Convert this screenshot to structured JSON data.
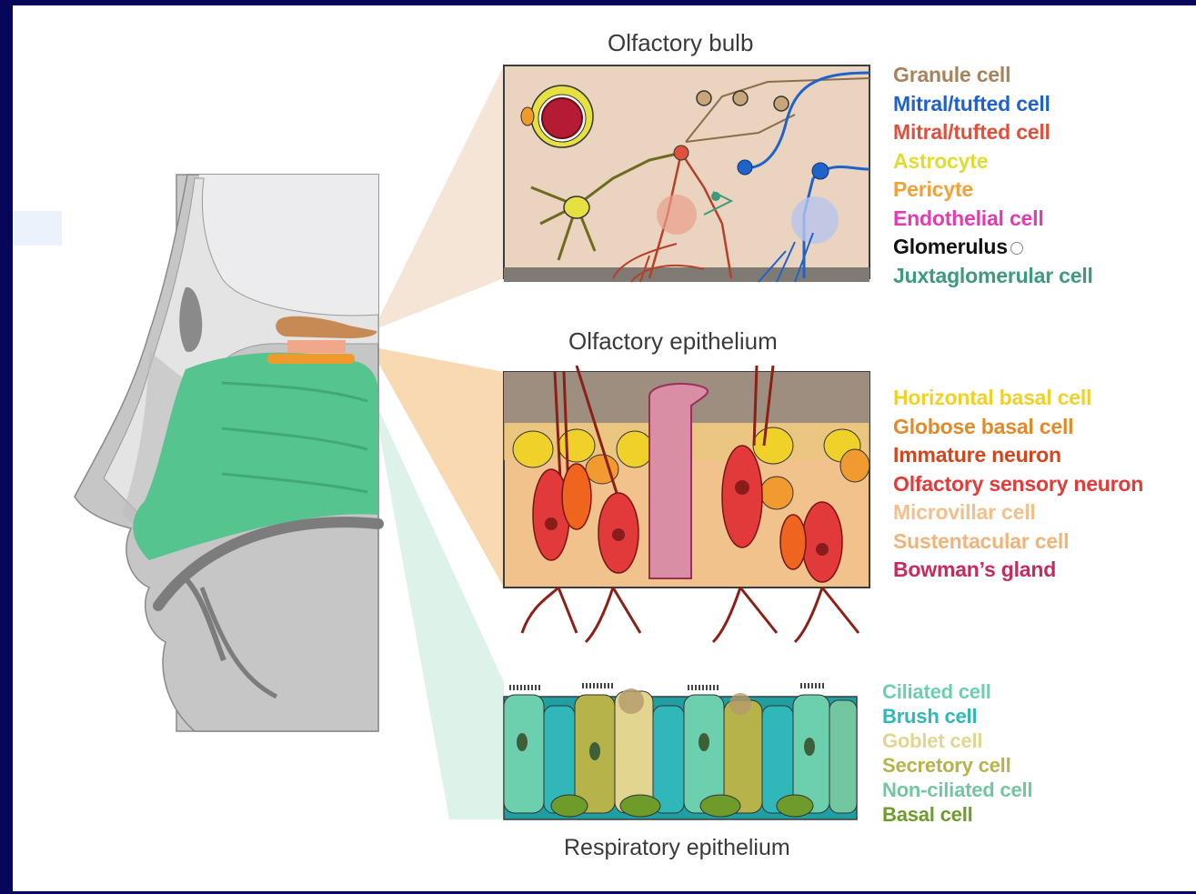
{
  "panels": {
    "bulb_title": "Olfactory bulb",
    "epithelium_title": "Olfactory epithelium",
    "respiratory_title": "Respiratory epithelium"
  },
  "legends": {
    "bulb": [
      {
        "label": "Granule cell",
        "color": "#a8825a"
      },
      {
        "label": "Mitral/tufted cell",
        "color": "#1f63c9"
      },
      {
        "label": "Mitral/tufted cell",
        "color": "#e0503c"
      },
      {
        "label": "Astrocyte",
        "color": "#e1dc33"
      },
      {
        "label": "Pericyte",
        "color": "#efa23a"
      },
      {
        "label": "Endothelial cell",
        "color": "#e23cb5"
      },
      {
        "label": "Glomerulus",
        "color": "#111111"
      },
      {
        "label": "Juxtaglomerular cell",
        "color": "#3d9a7a"
      }
    ],
    "epithelium": [
      {
        "label": "Horizontal basal cell",
        "color": "#f0d12a"
      },
      {
        "label": "Globose basal cell",
        "color": "#e08a2a"
      },
      {
        "label": "Immature neuron",
        "color": "#d2461e"
      },
      {
        "label": "Olfactory sensory neuron",
        "color": "#e33a3a"
      },
      {
        "label": "Microvillar cell",
        "color": "#f2c08c"
      },
      {
        "label": "Sustentacular cell",
        "color": "#f0b47a"
      },
      {
        "label": "Bowman’s gland",
        "color": "#c32c5c"
      }
    ],
    "respiratory": [
      {
        "label": "Ciliated cell",
        "color": "#6ccfae"
      },
      {
        "label": "Brush cell",
        "color": "#2fb7b9"
      },
      {
        "label": "Goblet cell",
        "color": "#e2d590"
      },
      {
        "label": "Secretory cell",
        "color": "#b5b34a"
      },
      {
        "label": "Non-ciliated cell",
        "color": "#72c7a0"
      },
      {
        "label": "Basal cell",
        "color": "#6d9c2a"
      }
    ]
  }
}
